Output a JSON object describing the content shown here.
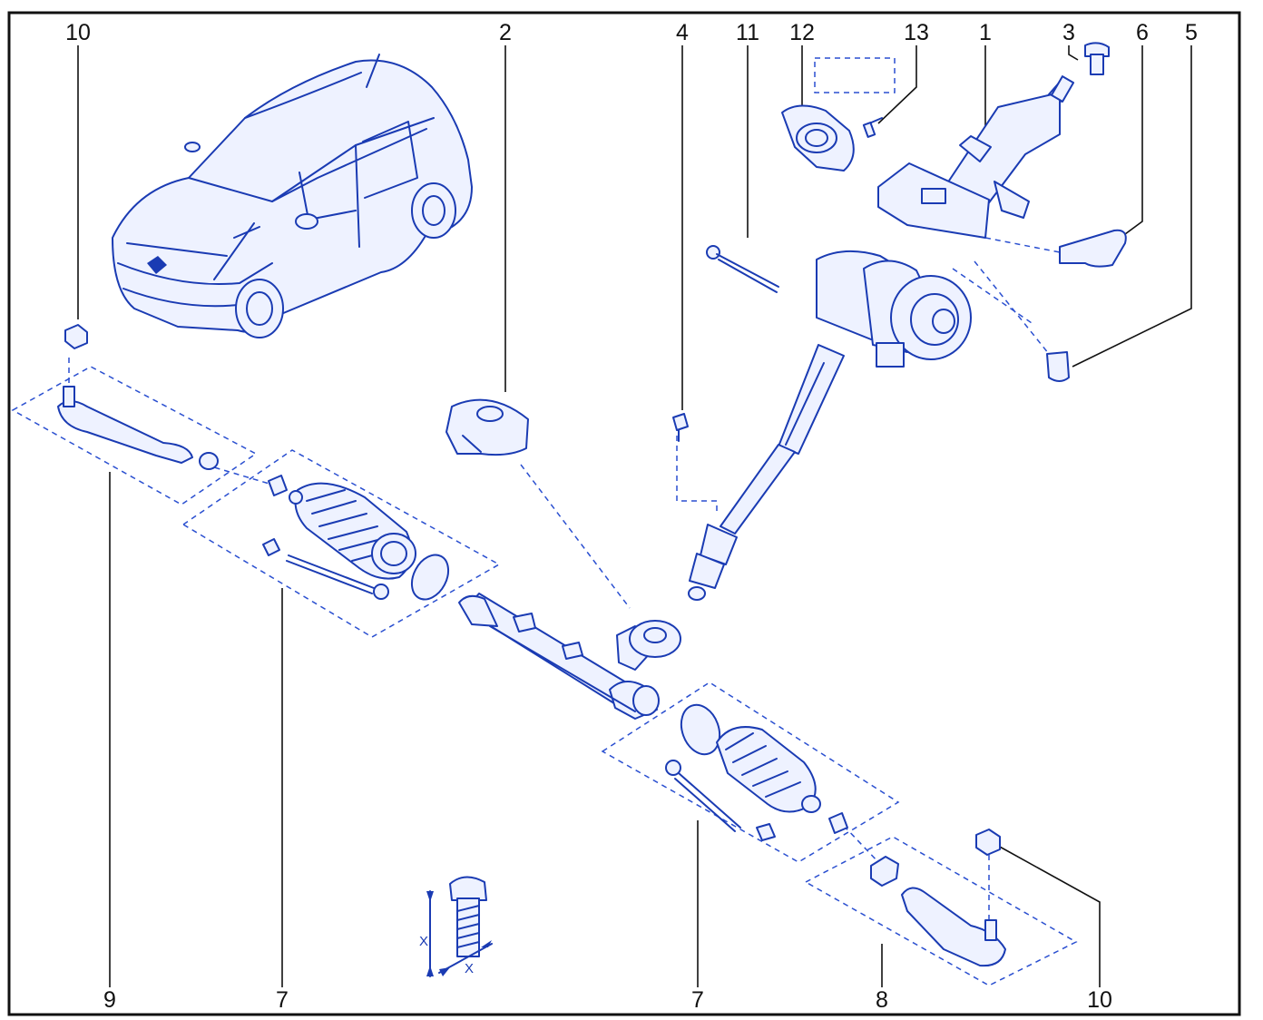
{
  "colors": {
    "border": "#111111",
    "parts": "#1a3bb3",
    "dashed_group": "#2a4fd0",
    "background": "#ffffff"
  },
  "callouts": {
    "top": [
      "10",
      "2",
      "4",
      "11",
      "12",
      "13",
      "1",
      "3",
      "6",
      "5"
    ],
    "bottom": [
      "9",
      "7",
      "7",
      "8",
      "10"
    ]
  },
  "dimension_marks": {
    "height": "X",
    "width": "X"
  }
}
